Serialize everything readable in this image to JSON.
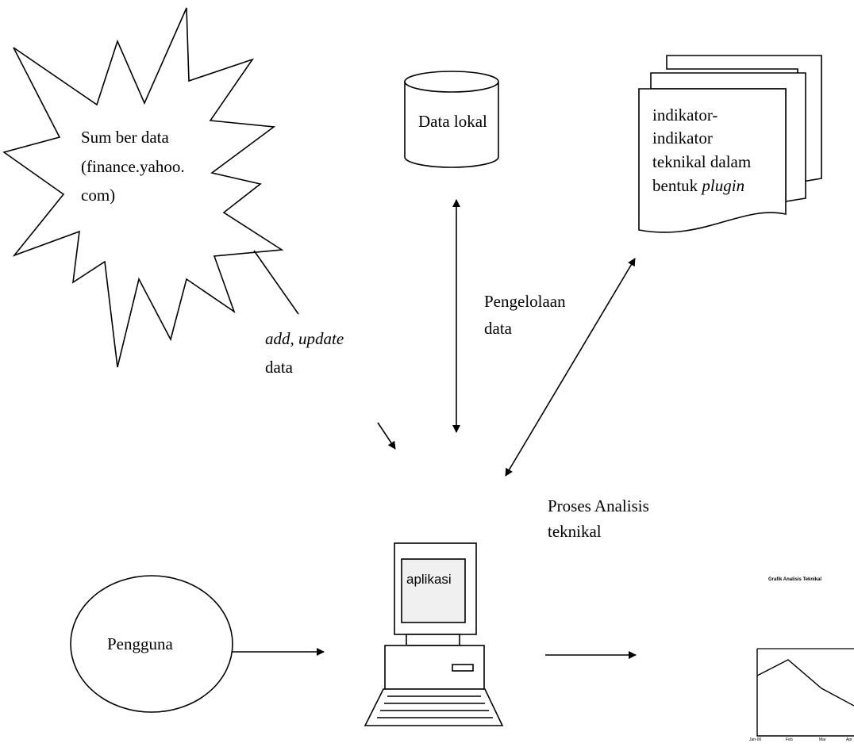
{
  "source": {
    "line1": "Sum ber data",
    "line2": "(finance.yahoo.",
    "line3": "com)"
  },
  "local_data": {
    "label": "Data lokal"
  },
  "plugins": {
    "line1": "indikator-",
    "line2": "indikator",
    "line3": "teknikal dalam",
    "line4_prefix": "bentuk ",
    "line4_italic": "plugin"
  },
  "data_management": {
    "line1": "Pengelolaan",
    "line2": "data"
  },
  "add_update": {
    "italic": "add, update",
    "line2": "data"
  },
  "analysis": {
    "line1": "Proses Analisis",
    "line2": "teknikal"
  },
  "user": {
    "label": "Pengguna"
  },
  "computer": {
    "screen_label": "aplikasi"
  },
  "result_chart": {
    "title": "Grafik Analisis Teknikal",
    "ticks": [
      "Jan-00",
      "Feb",
      "Mar",
      "Apr"
    ]
  },
  "colors": {
    "stroke": "#000000",
    "background": "#ffffff"
  }
}
